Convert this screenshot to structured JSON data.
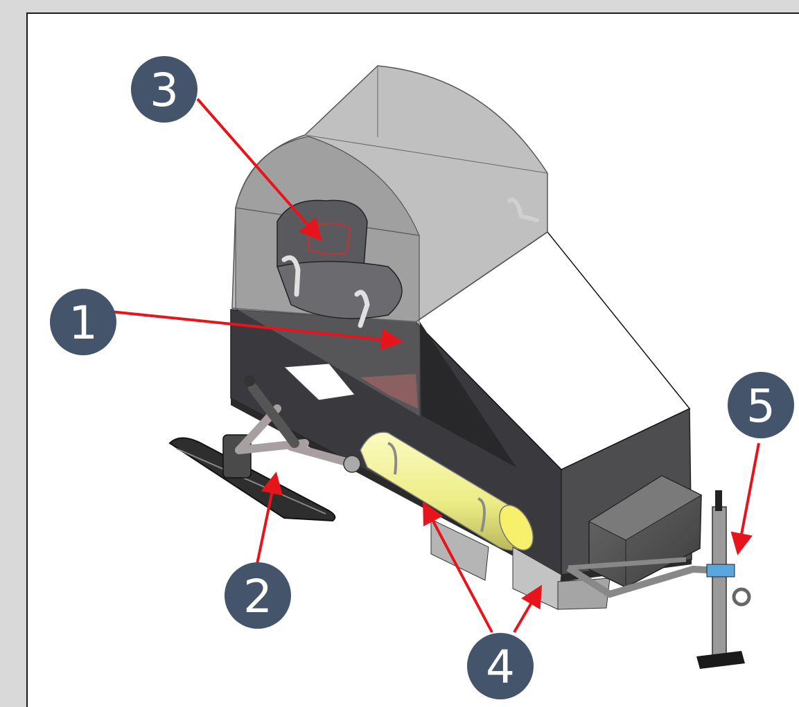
{
  "callouts": [
    {
      "id": "1",
      "label": "1"
    },
    {
      "id": "2",
      "label": "2"
    },
    {
      "id": "3",
      "label": "3"
    },
    {
      "id": "4",
      "label": "4"
    },
    {
      "id": "5",
      "label": "5"
    }
  ],
  "colors": {
    "callout_circle": "#44546a",
    "arrow": "#e8141b",
    "fuel_tank": "#f2f28a",
    "body_dark": "#3a3a3e",
    "canopy": "#8c8c8c"
  }
}
